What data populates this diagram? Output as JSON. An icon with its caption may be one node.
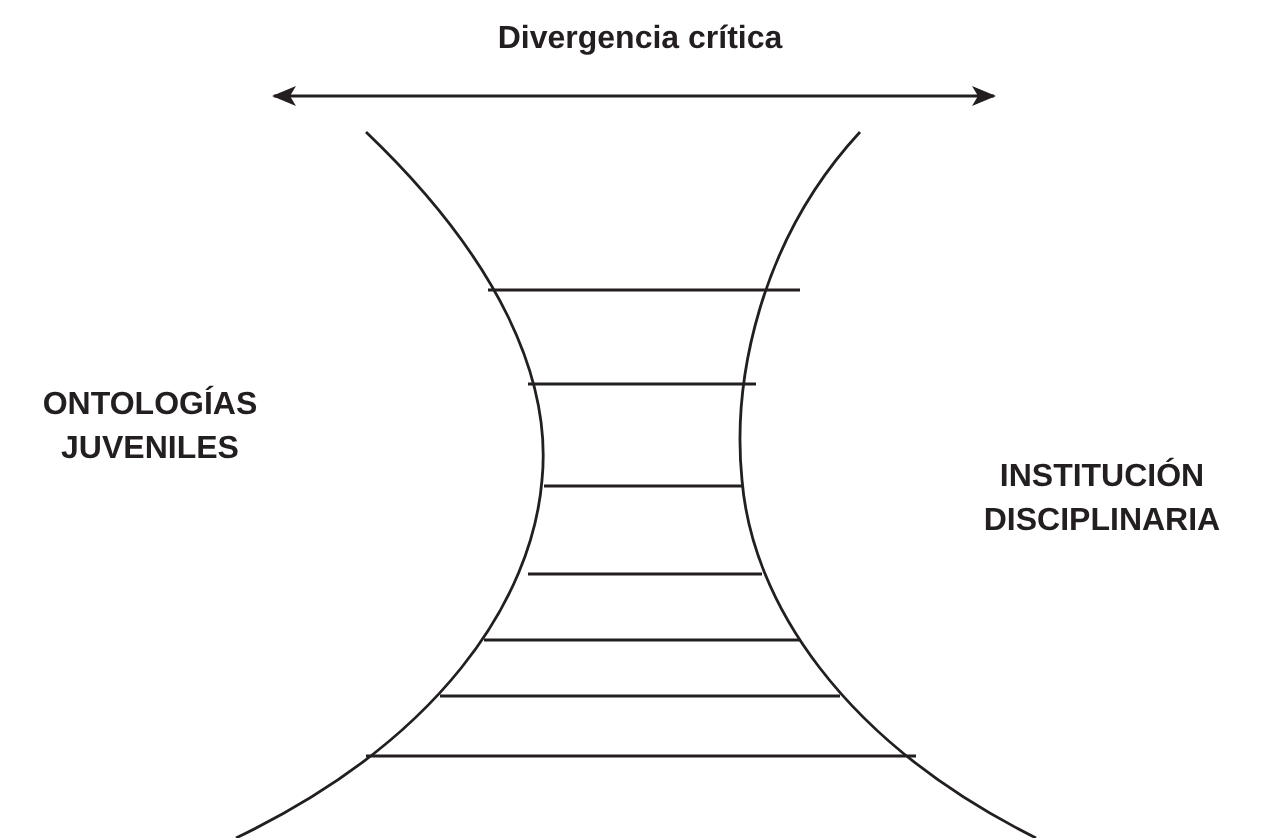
{
  "diagram": {
    "labels": [
      "Divergencia crítica",
      "ONTOLOGÍAS JUVENILES",
      "INSTITUCIÓN DISCIPLINARIA"
    ]
  }
}
